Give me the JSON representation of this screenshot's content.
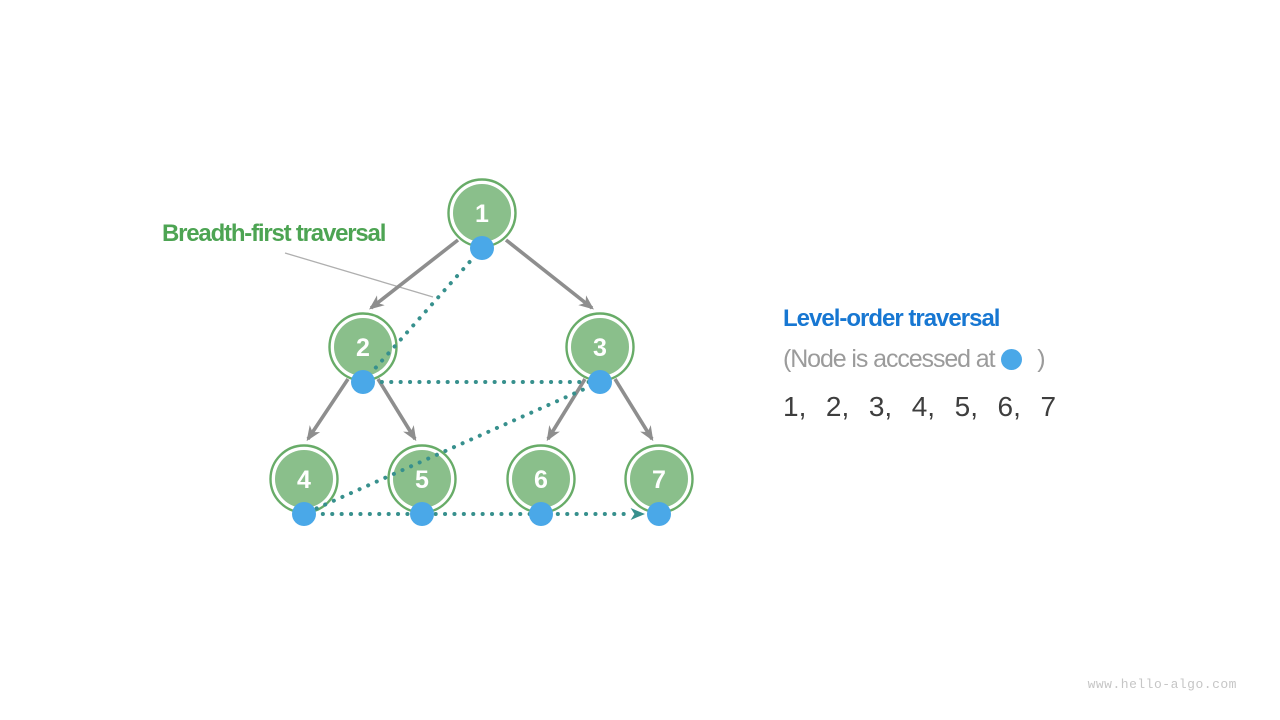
{
  "page": {
    "watermark": "www.hello-algo.com",
    "background_color": "#ffffff"
  },
  "diagram": {
    "label": "Breadth-first traversal",
    "label_color": "#4DA453",
    "tree": {
      "nodes": [
        {
          "label": "1"
        },
        {
          "label": "2"
        },
        {
          "label": "3"
        },
        {
          "label": "4"
        },
        {
          "label": "5"
        },
        {
          "label": "6"
        },
        {
          "label": "7"
        }
      ],
      "edges": [
        "1-2",
        "1-3",
        "2-4",
        "2-5",
        "3-6",
        "3-7"
      ],
      "traversal_order": [
        1,
        2,
        3,
        4,
        5,
        6,
        7
      ]
    },
    "colors": {
      "node_fill": "#8ABF8B",
      "node_border": "#68AC68",
      "node_text": "#ffffff",
      "tree_edge": "#8E8E8E",
      "visit_path": "#37908D",
      "access_dot": "#4AA8E8",
      "leader_line": "#AFAFAF"
    }
  },
  "legend": {
    "title": "Level-order traversal",
    "title_color": "#1777D2",
    "note_prefix": "(Node is accessed at",
    "note_suffix": " )",
    "sequence": "1,  2,  3,  4,  5,  6,  7",
    "sequence_color": "#3E3E3E"
  }
}
